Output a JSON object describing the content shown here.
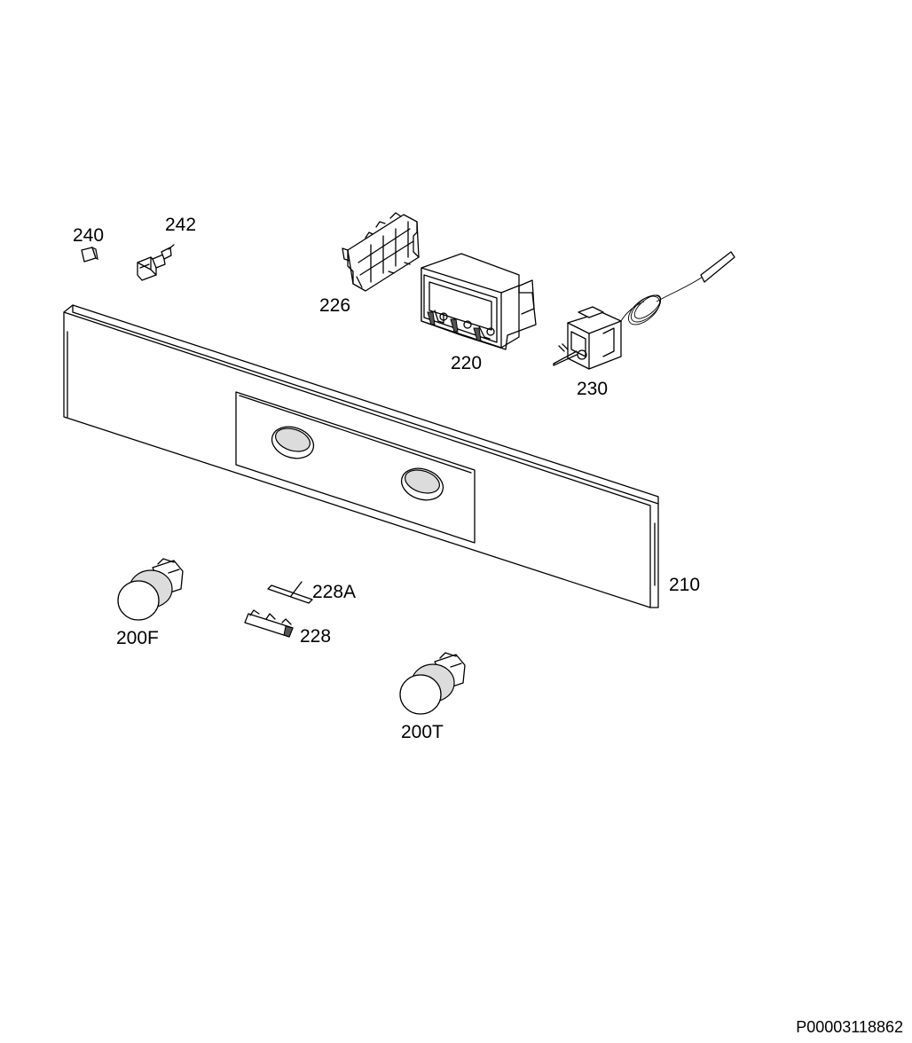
{
  "diagram": {
    "labels": {
      "p240": "240",
      "p242": "242",
      "p226": "226",
      "p220": "220",
      "p230": "230",
      "p210": "210",
      "p228a": "228A",
      "p228": "228",
      "p200f": "200F",
      "p200t": "200T"
    },
    "document_id": "P00003118862"
  }
}
